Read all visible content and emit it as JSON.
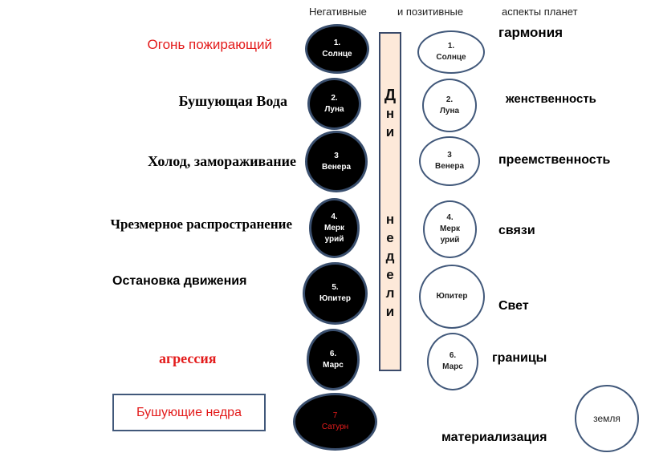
{
  "headers": [
    "Негативные",
    "и позитивные",
    "аспекты планет"
  ],
  "negative": [
    {
      "num": "1.",
      "name": "Солнце"
    },
    {
      "num": "2.",
      "name": "Луна"
    },
    {
      "num": "3",
      "name": "Венера"
    },
    {
      "num": "4.",
      "name": "Мерк",
      "name2": "урий"
    },
    {
      "num": "5.",
      "name": "Юпитер"
    },
    {
      "num": "6.",
      "name": "Марс"
    },
    {
      "num": "7",
      "name": "Сатурн"
    }
  ],
  "positive": [
    {
      "num": "1.",
      "name": "Солнце"
    },
    {
      "num": "2.",
      "name": "Луна"
    },
    {
      "num": "3",
      "name": "Венера"
    },
    {
      "num": "4.",
      "name": "Мерк",
      "name2": "урий"
    },
    {
      "name": "Юпитер"
    },
    {
      "num": "6.",
      "name": "Марс"
    }
  ],
  "earth": "земля",
  "bar_letters": [
    "Д",
    "н",
    "и",
    "н",
    "е",
    "д",
    "е",
    "л",
    "и"
  ],
  "left_labels": [
    "Огонь пожирающий",
    "Бушующая Вода",
    "Холод, замораживание",
    "Чрезмерное распространение",
    "Остановка движения",
    "агрессия",
    "Бушующие недра"
  ],
  "right_labels": [
    "гармония",
    "женственность",
    "преемственность",
    "связи",
    "Свет",
    "границы",
    "материализация"
  ],
  "colors": {
    "red": "#e31b1b",
    "accent_border": "#41587a",
    "bar_fill": "#fde9d9"
  }
}
